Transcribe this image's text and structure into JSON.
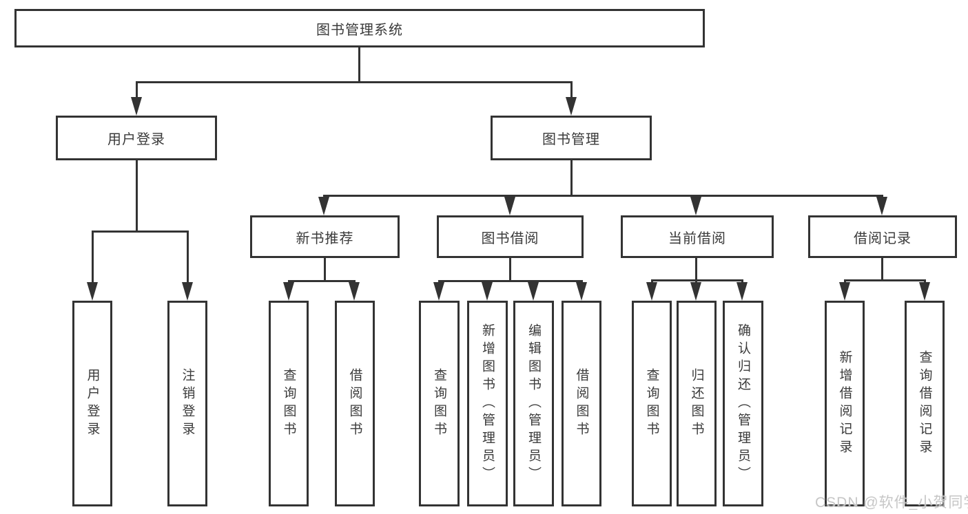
{
  "diagram": {
    "type": "hierarchy-tree",
    "watermark": "CSDN @软件_小贺同学",
    "colors": {
      "line": "#333333",
      "text": "#3a3a3a",
      "background": "#ffffff",
      "watermark": "#c3c3c3"
    },
    "root": {
      "label": "图书管理系统"
    },
    "user_login": {
      "label": "用户登录",
      "leaves": {
        "login": "用户登录",
        "logout": "注销登录"
      }
    },
    "book_management": {
      "label": "图书管理",
      "sections": {
        "new_book_rec": {
          "label": "新书推荐",
          "leaves": {
            "query": "查询图书",
            "borrow": "借阅图书"
          }
        },
        "book_borrow": {
          "label": "图书借阅",
          "leaves": {
            "query": "查询图书",
            "add": "新增图书（管理员）",
            "edit": "编辑图书（管理员）",
            "borrow": "借阅图书"
          }
        },
        "current_borrow": {
          "label": "当前借阅",
          "leaves": {
            "query": "查询图书",
            "return": "归还图书",
            "confirm": "确认归还（管理员）"
          }
        },
        "borrow_records": {
          "label": "借阅记录",
          "leaves": {
            "add": "新增借阅记录",
            "query": "查询借阅记录"
          }
        }
      }
    }
  }
}
